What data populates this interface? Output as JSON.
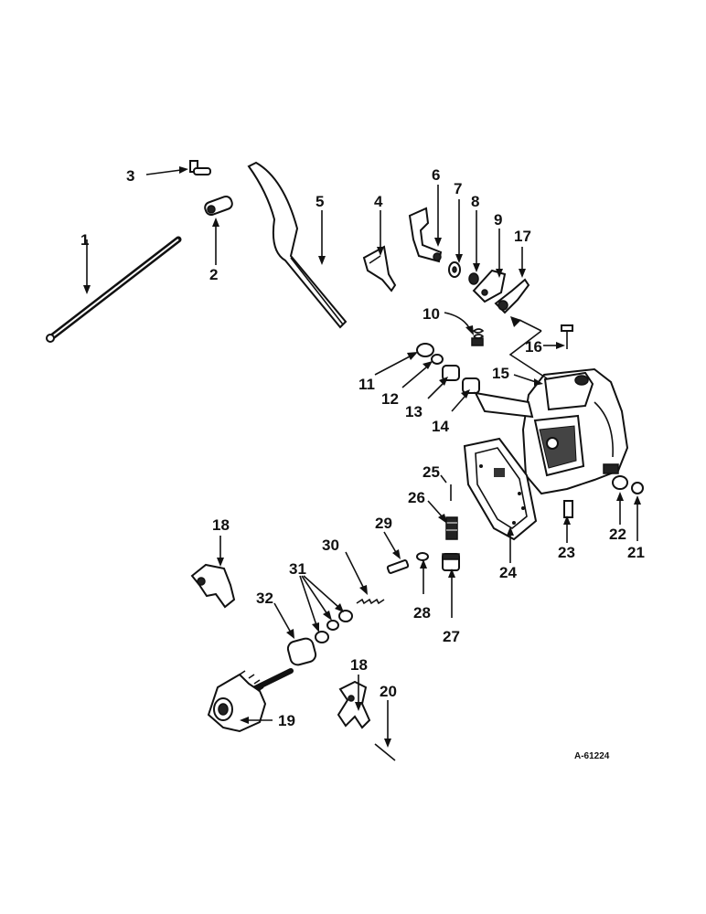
{
  "labels": [
    "1",
    "2",
    "3",
    "4",
    "5",
    "6",
    "7",
    "8",
    "9",
    "10",
    "11",
    "12",
    "13",
    "14",
    "15",
    "16",
    "17",
    "18",
    "18",
    "19",
    "20",
    "21",
    "22",
    "23",
    "24",
    "25",
    "26",
    "27",
    "28",
    "29",
    "30",
    "31",
    "32"
  ],
  "drawing_code": "A-61224"
}
